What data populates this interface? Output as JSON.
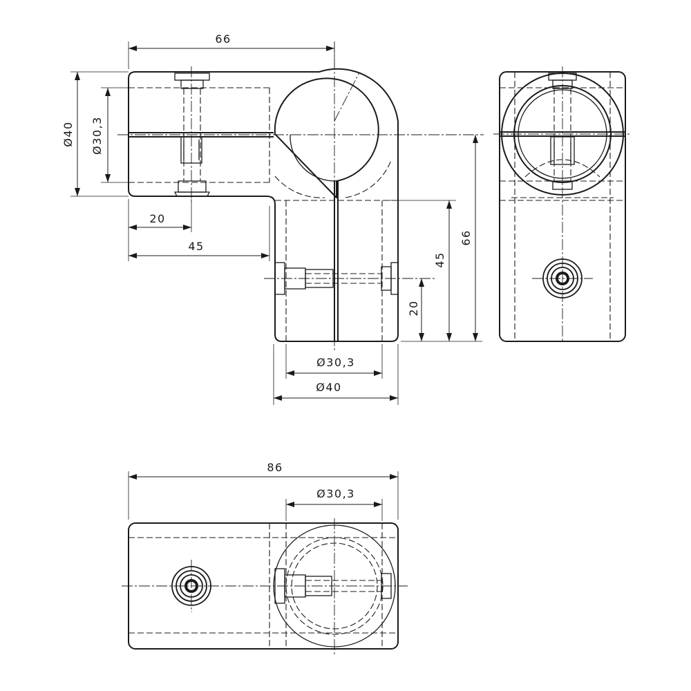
{
  "dimensions": {
    "front_width": "66",
    "front_outer_dia": "Ø40",
    "front_inner_dia": "Ø30,3",
    "front_bolt_offset": "20",
    "front_arm_length": "45",
    "front_height": "66",
    "front_height_45": "45",
    "front_height_20": "20",
    "front_bottom_inner_dia": "Ø30,3",
    "front_bottom_outer_dia": "Ø40",
    "top_width": "86",
    "top_inner_dia": "Ø30,3"
  }
}
